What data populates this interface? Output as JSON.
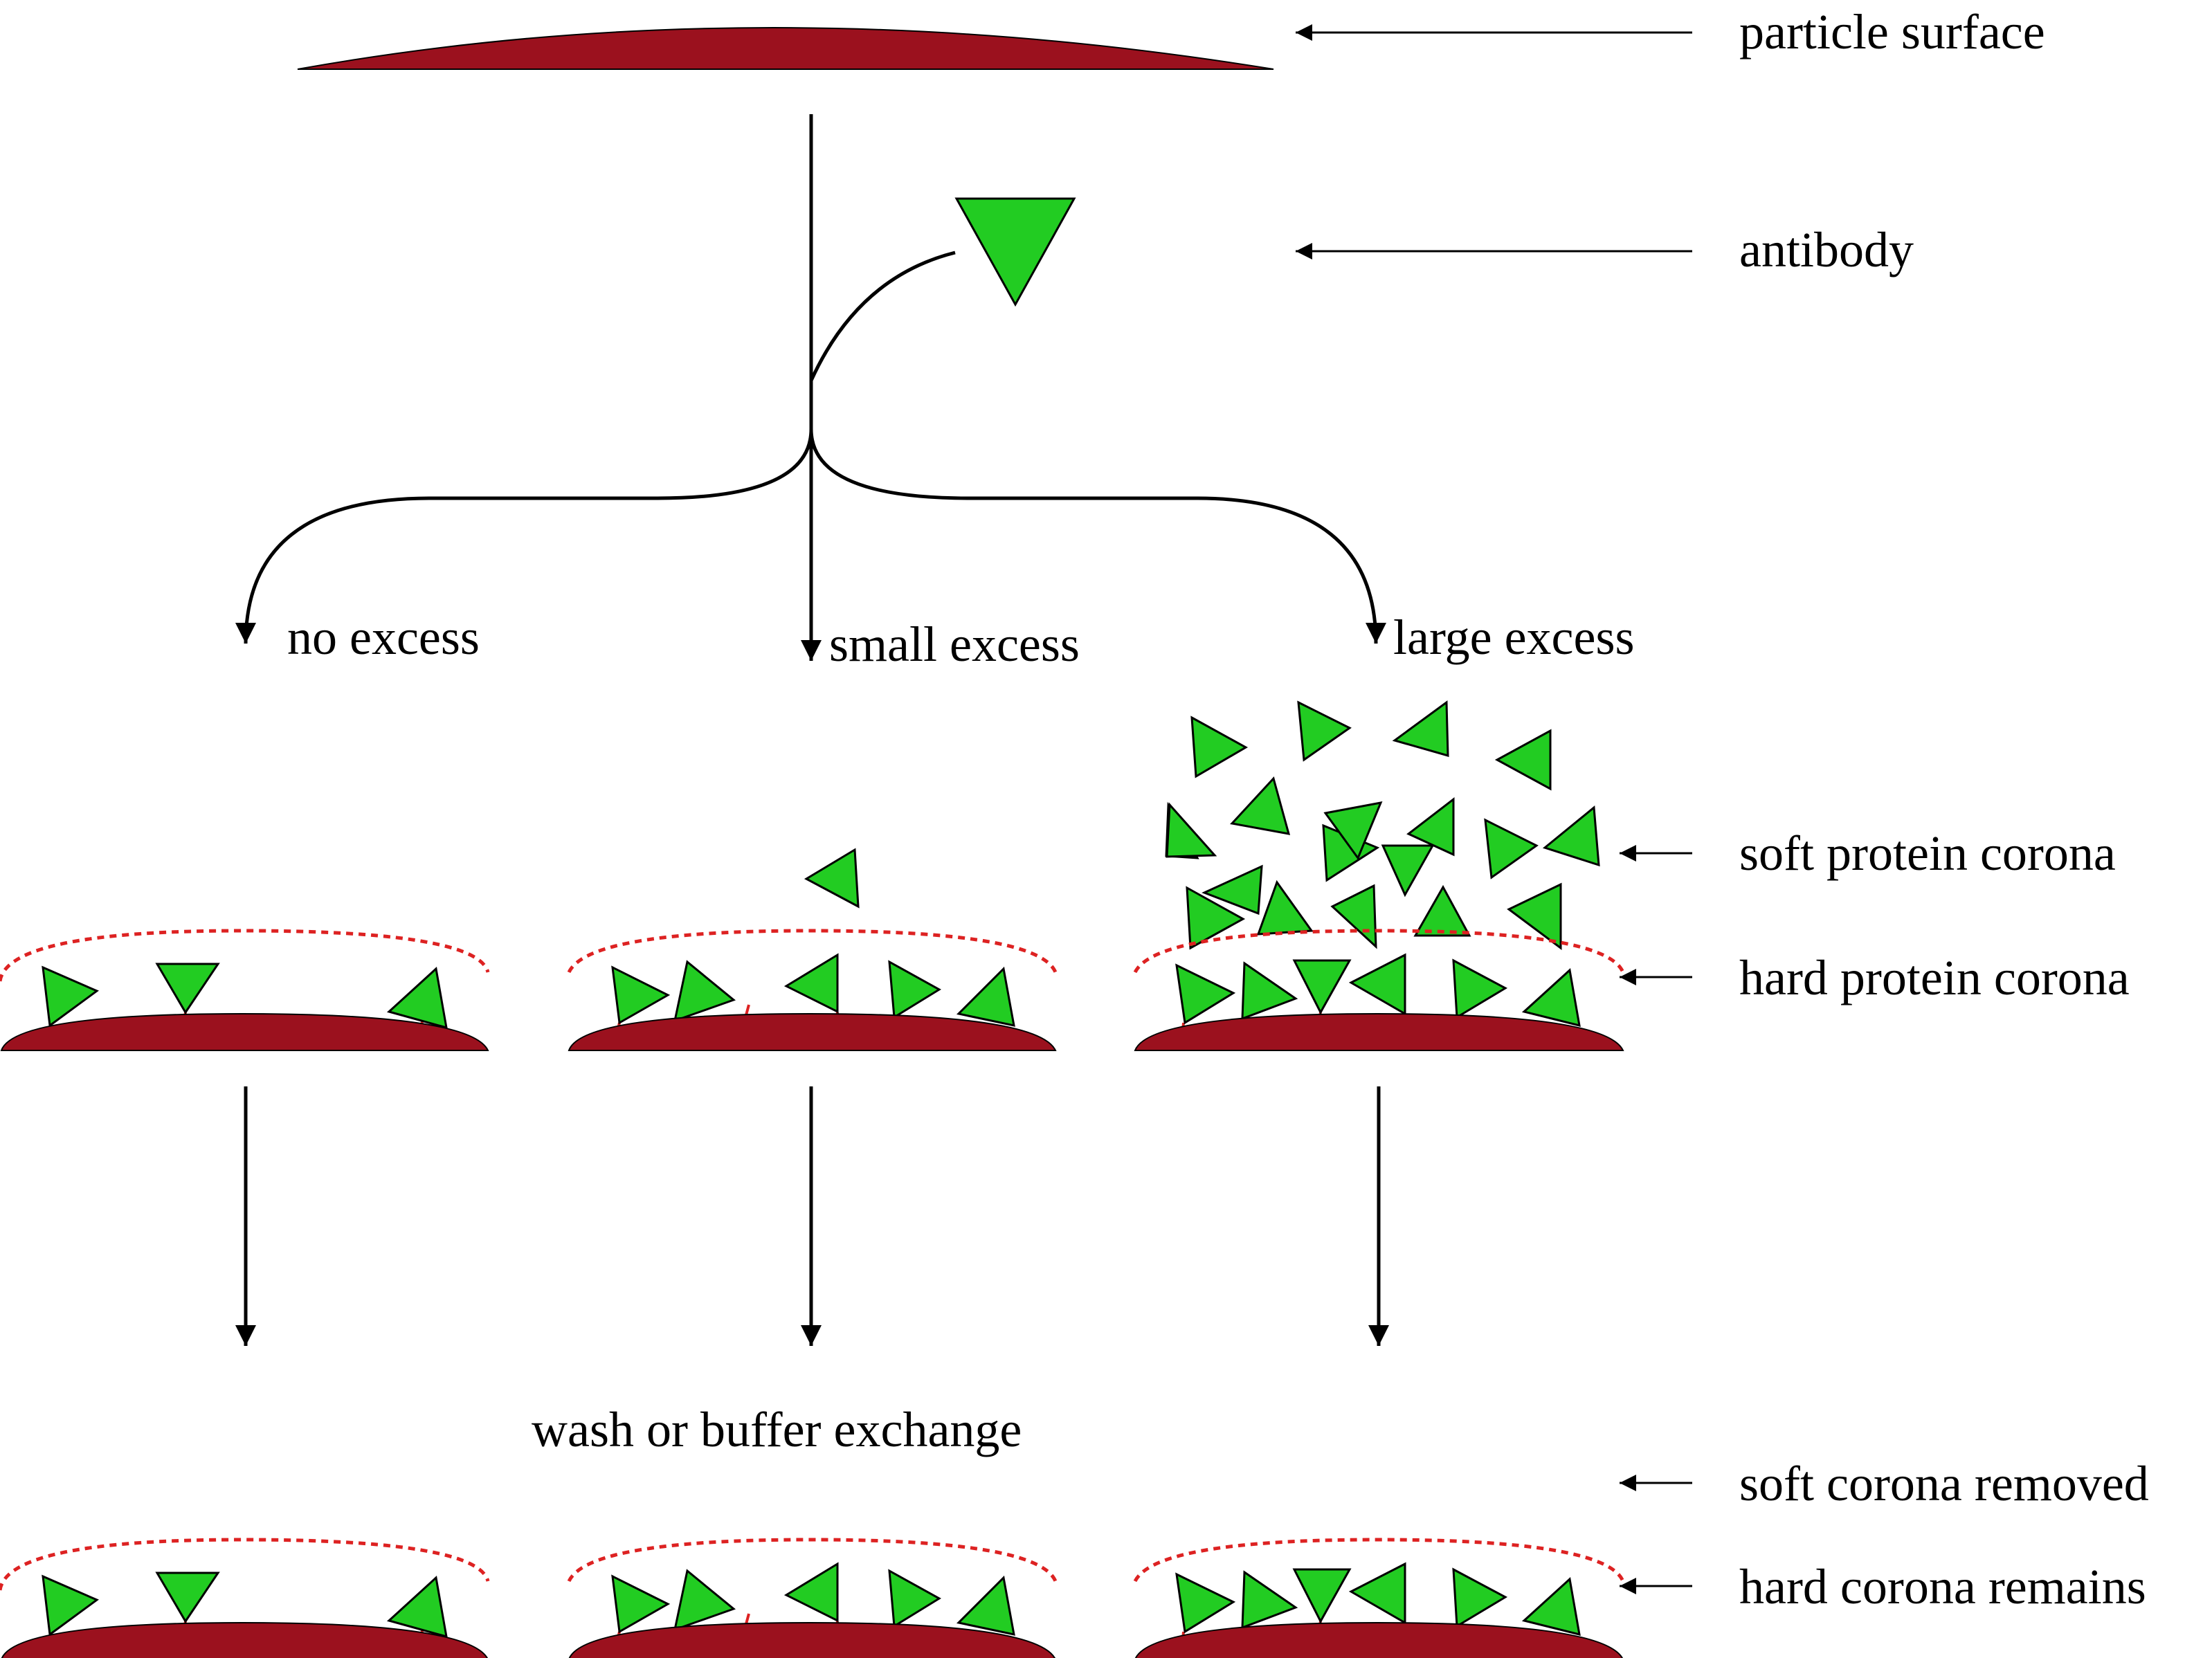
{
  "labels": {
    "particle_surface": "particle surface",
    "antibody": "antibody",
    "no_excess": "no excess",
    "small_excess": "small excess",
    "large_excess": "large excess",
    "soft_protein_corona": "soft protein corona",
    "hard_protein_corona": "hard protein corona",
    "wash": "wash or buffer exchange",
    "soft_corona_removed": "soft corona removed",
    "hard_corona_remains": "hard corona remains"
  },
  "colors": {
    "particle": "#9b111e",
    "antibody_fill": "#22cc22",
    "corona_line": "#dd2222",
    "line": "#000000"
  }
}
